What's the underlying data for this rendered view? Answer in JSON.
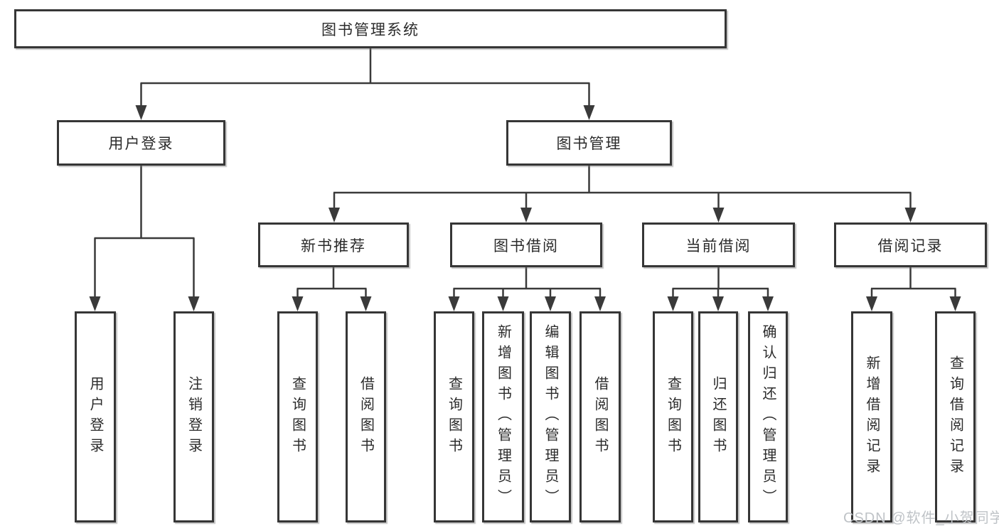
{
  "tree": {
    "root": {
      "label": "图书管理系统"
    },
    "branches": [
      {
        "label": "用户登录",
        "leaves": [
          {
            "label": "用户登录"
          },
          {
            "label": "注销登录"
          }
        ]
      },
      {
        "label": "图书管理",
        "groups": [
          {
            "label": "新书推荐",
            "leaves": [
              {
                "label": "查询图书"
              },
              {
                "label": "借阅图书"
              }
            ]
          },
          {
            "label": "图书借阅",
            "leaves": [
              {
                "label": "查询图书"
              },
              {
                "label": "新增图书（管理员）"
              },
              {
                "label": "编辑图书（管理员）"
              },
              {
                "label": "借阅图书"
              }
            ]
          },
          {
            "label": "当前借阅",
            "leaves": [
              {
                "label": "查询图书"
              },
              {
                "label": "归还图书"
              },
              {
                "label": "确认归还（管理员）"
              }
            ]
          },
          {
            "label": "借阅记录",
            "leaves": [
              {
                "label": "新增借阅记录"
              },
              {
                "label": "查询借阅记录"
              }
            ]
          }
        ]
      }
    ]
  },
  "watermark": {
    "text": "CSDN @软件_小贺同学"
  },
  "colors": {
    "node_border": "#363636",
    "connector": "#3a3a3a",
    "text": "#2b2b2b",
    "watermark": "#bfc3c7",
    "background": "#ffffff"
  }
}
